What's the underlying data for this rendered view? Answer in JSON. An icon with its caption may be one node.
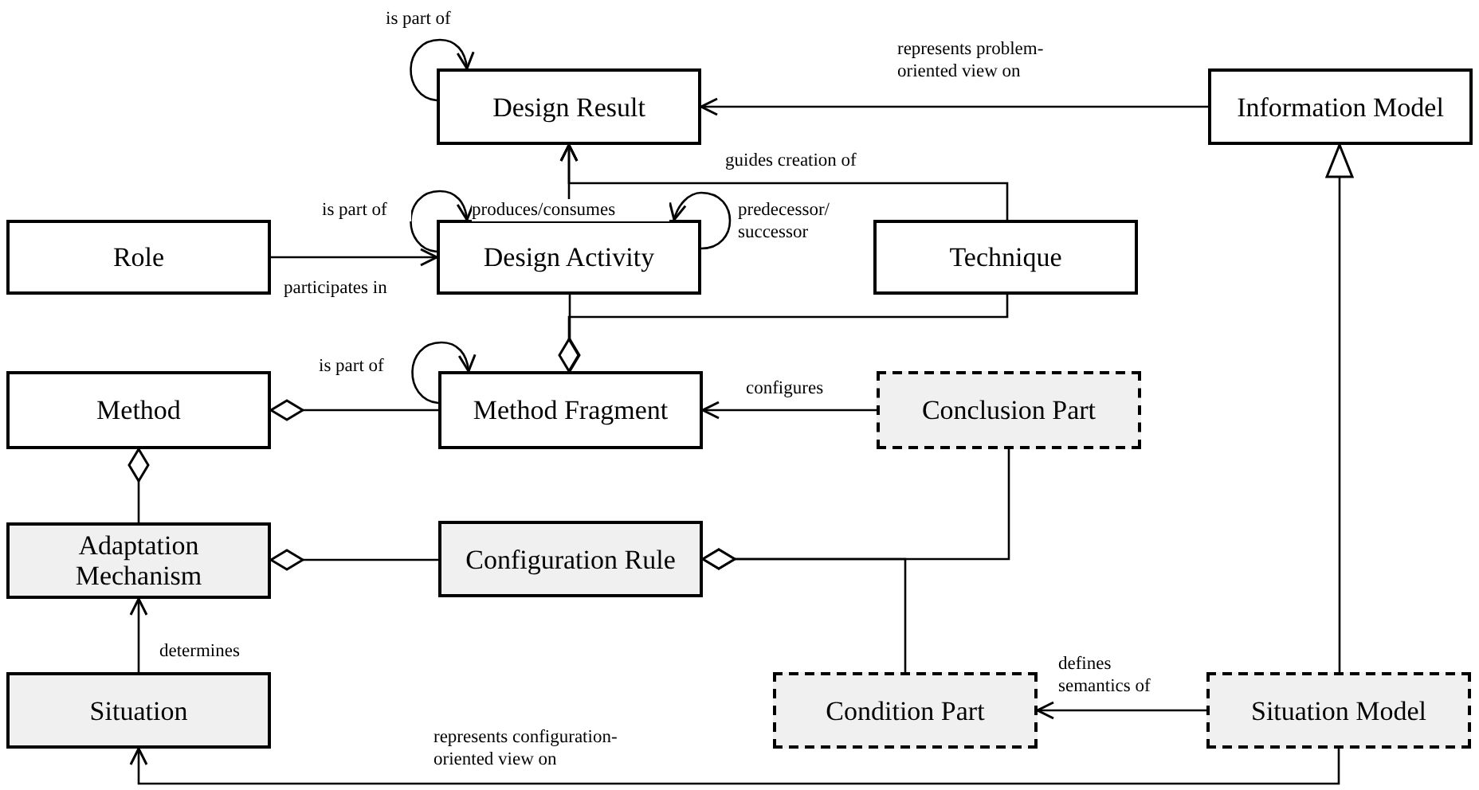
{
  "diagram": {
    "nodes": [
      {
        "text": [
          "Design Result"
        ]
      },
      {
        "text": [
          "Information Model"
        ]
      },
      {
        "text": [
          "Role"
        ]
      },
      {
        "text": [
          "Design Activity"
        ]
      },
      {
        "text": [
          "Technique"
        ]
      },
      {
        "text": [
          "Method"
        ]
      },
      {
        "text": [
          "Method Fragment"
        ]
      },
      {
        "text": [
          "Conclusion Part"
        ]
      },
      {
        "text": [
          "Adaptation Mechanism"
        ]
      },
      {
        "text": [
          "Configuration Rule"
        ]
      },
      {
        "text": [
          "Situation"
        ]
      },
      {
        "text": [
          "Condition Part"
        ]
      },
      {
        "text": [
          "Situation Model"
        ]
      }
    ],
    "edges": [
      {
        "from": 0,
        "to": 0,
        "arrow": "to",
        "label": "is part of"
      },
      {
        "from": 1,
        "to": 0,
        "arrow": "to",
        "label": "represents problem-oriented view on"
      },
      {
        "from": 2,
        "to": 3,
        "arrow": "to",
        "label": "participates in"
      },
      {
        "from": 3,
        "to": 3,
        "arrow": "to",
        "label": "is part of"
      },
      {
        "from": 3,
        "to": 0,
        "arrow": "to",
        "label": "produces/consumes"
      },
      {
        "from": 3,
        "to": 3,
        "arrow": "to",
        "label": "predecessor/ successor"
      },
      {
        "from": 4,
        "to": 0,
        "arrow": "to",
        "label": "guides creation of"
      },
      {
        "from": 3,
        "to": 6,
        "arrow": "other"
      },
      {
        "from": 4,
        "to": 6,
        "arrow": "other"
      },
      {
        "from": 6,
        "to": 6,
        "arrow": "to",
        "label": "is part of"
      },
      {
        "from": 6,
        "to": 5,
        "arrow": "other"
      },
      {
        "from": 8,
        "to": 5,
        "arrow": "other"
      },
      {
        "from": 7,
        "to": 6,
        "arrow": "to",
        "label": "configures"
      },
      {
        "from": 9,
        "to": 8,
        "arrow": "other"
      },
      {
        "from": 7,
        "to": 9,
        "arrow": "other"
      },
      {
        "from": 11,
        "to": 9,
        "arrow": "other"
      },
      {
        "from": 10,
        "to": 8,
        "arrow": "to",
        "label": "determines"
      },
      {
        "from": 12,
        "to": 11,
        "arrow": "to",
        "label": "defines semantics of"
      },
      {
        "from": 12,
        "to": 10,
        "arrow": "to",
        "label": "represents configuration-oriented view on"
      },
      {
        "from": 12,
        "to": 1,
        "arrow": "to"
      }
    ]
  }
}
